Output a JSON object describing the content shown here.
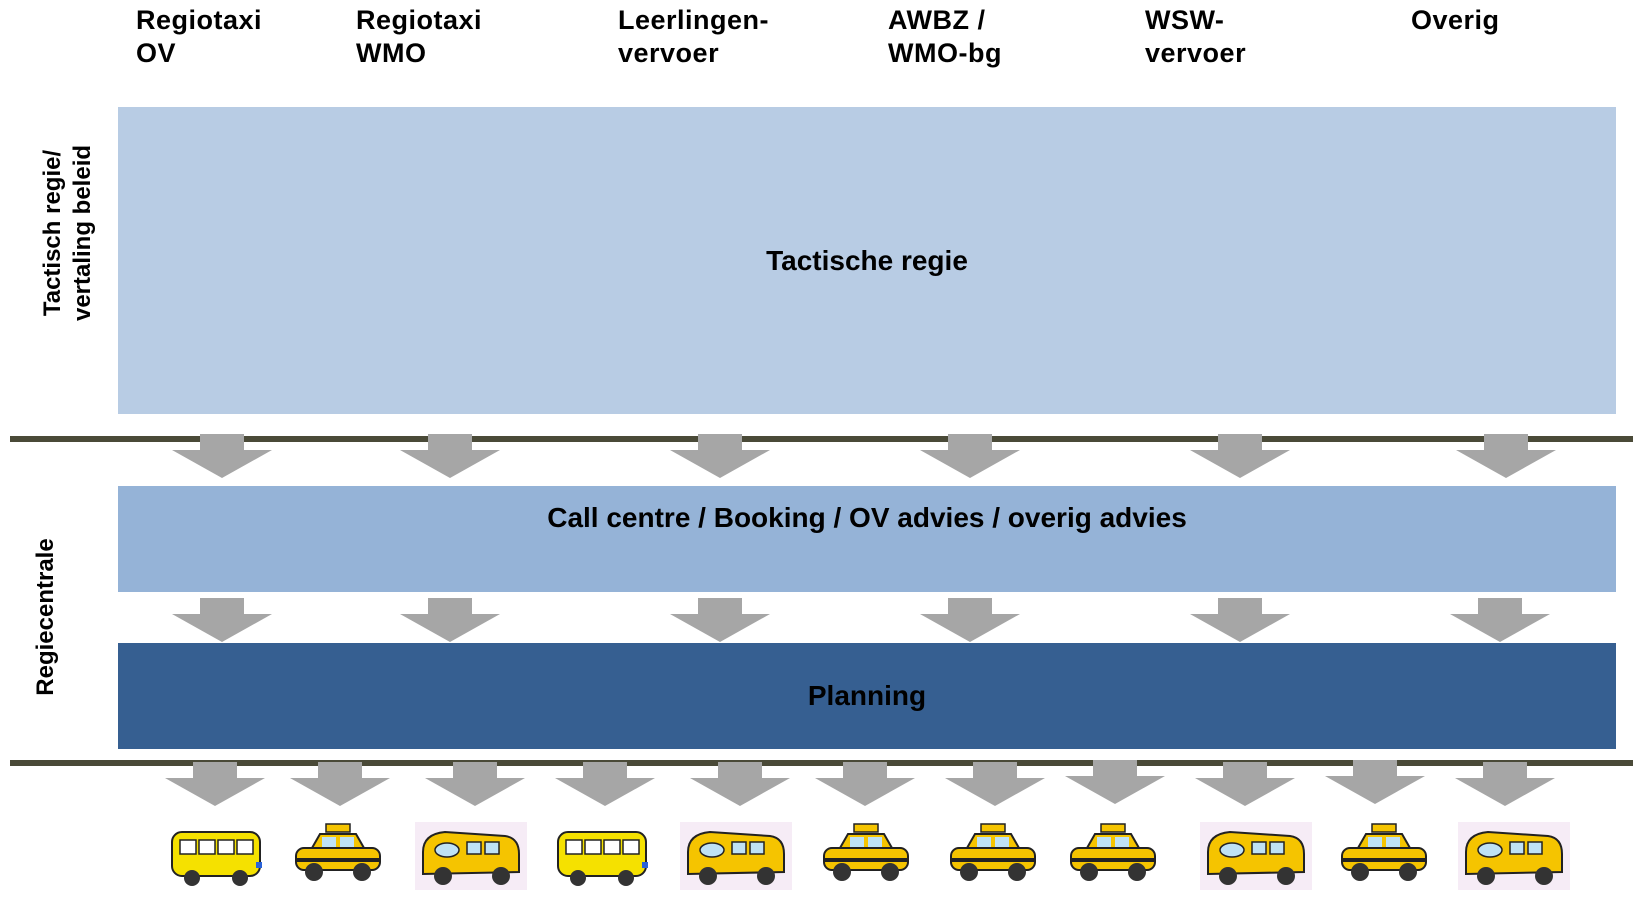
{
  "columns": [
    {
      "label": "Regiotaxi\nOV"
    },
    {
      "label": "Regiotaxi\nWMO"
    },
    {
      "label": "Leerlingen-\nvervoer"
    },
    {
      "label": "AWBZ /\nWMO-bg"
    },
    {
      "label": "WSW-\nvervoer"
    },
    {
      "label": "Overig"
    }
  ],
  "side_labels": {
    "tactical": "Tactisch regie/\nvertaling beleid",
    "regie": "Regiecentrale"
  },
  "layers": {
    "tactical": "Tactische regie",
    "callcentre": "Call centre / Booking / OV advies / overig advies",
    "planning": "Planning"
  },
  "vehicles": [
    "bus-icon",
    "taxi-icon",
    "schoolbus-icon",
    "bus-icon",
    "schoolbus-icon",
    "taxi-icon",
    "taxi-icon",
    "taxi-icon",
    "schoolbus-icon",
    "taxi-icon",
    "schoolbus-icon"
  ],
  "colors": {
    "tactical_box": "#b8cce4",
    "callcentre_box": "#95b3d7",
    "planning_box": "#365f91",
    "divider": "#4a4a38",
    "arrow": "#a6a6a6",
    "vehicle_yellow": "#f5c400"
  }
}
